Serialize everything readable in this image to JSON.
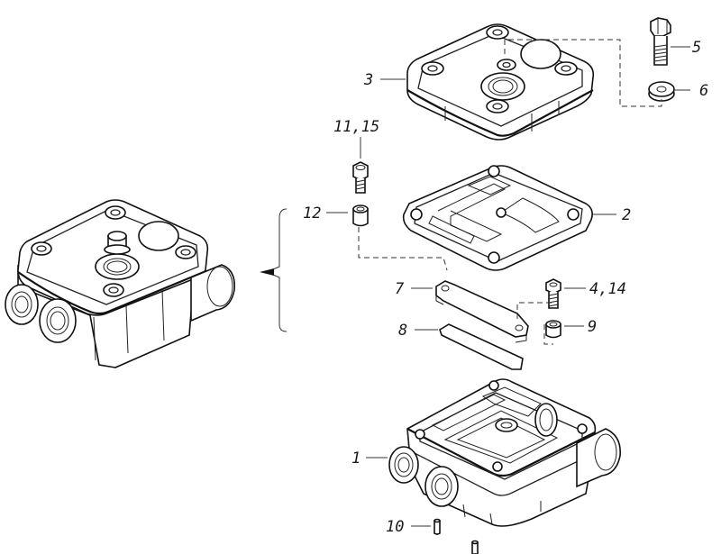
{
  "callouts": {
    "c1": "1",
    "c2": "2",
    "c3": "3",
    "c4": "4,14",
    "c5": "5",
    "c6": "6",
    "c7": "7",
    "c8": "8",
    "c9": "9",
    "c10": "10",
    "c11": "11,15",
    "c12": "12"
  }
}
